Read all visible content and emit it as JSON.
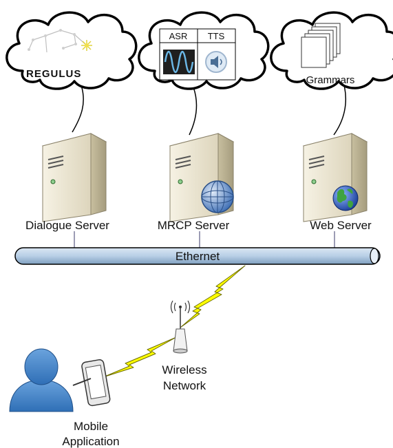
{
  "clouds": {
    "regulus": {
      "logo_text": "REGULUS"
    },
    "speech": {
      "asr_label": "ASR",
      "tts_label": "TTS"
    },
    "grammars": {
      "label": "Grammars"
    }
  },
  "servers": {
    "dialogue": {
      "label": "Dialogue Server"
    },
    "mrcp": {
      "label": "MRCP Server"
    },
    "web": {
      "label": "Web Server"
    }
  },
  "network": {
    "bus_label": "Ethernet",
    "wireless_line1": "Wireless",
    "wireless_line2": "Network"
  },
  "client": {
    "line1": "Mobile",
    "line2": "Application"
  },
  "colors": {
    "bus_fill": "#b8cfe6",
    "lightning": "#ffff00",
    "user": "#4a86c8",
    "server_body": "#ece6d2"
  }
}
